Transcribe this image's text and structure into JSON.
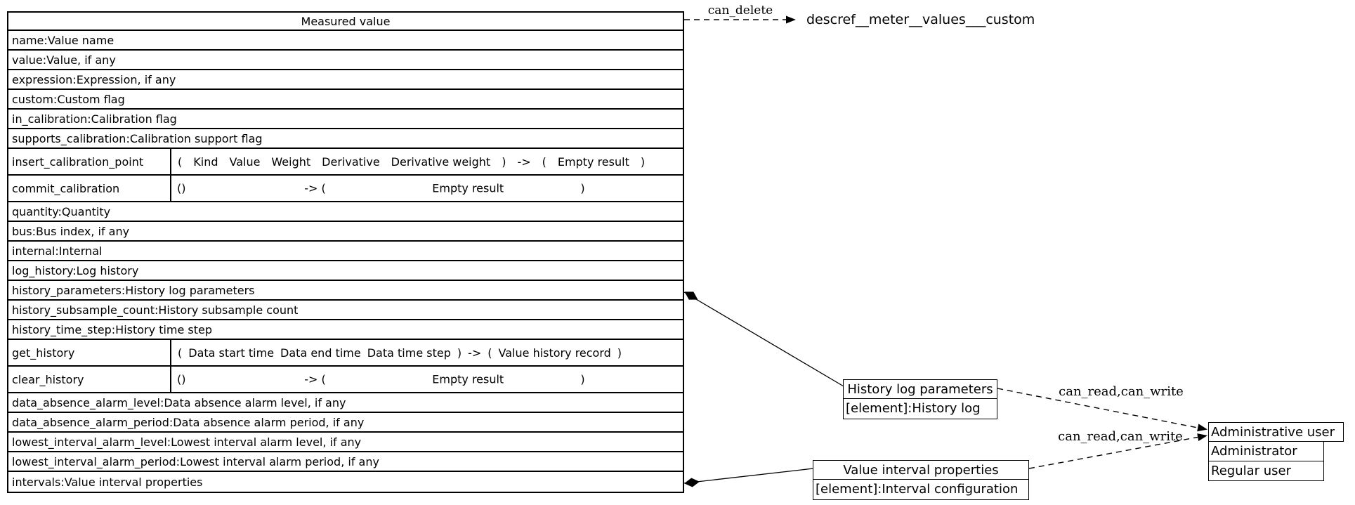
{
  "diagram": {
    "measured_value": {
      "title": "Measured value",
      "rows": [
        {
          "type": "field",
          "text": "name:Value name"
        },
        {
          "type": "field",
          "text": "value:Value, if any"
        },
        {
          "type": "field",
          "text": "expression:Expression, if any"
        },
        {
          "type": "field",
          "text": "custom:Custom flag"
        },
        {
          "type": "field",
          "text": "in_calibration:Calibration flag"
        },
        {
          "type": "field",
          "text": "supports_calibration:Calibration support flag"
        },
        {
          "type": "method",
          "name": "insert_calibration_point",
          "layout": "tokens",
          "gap": 16,
          "tokens": [
            "(",
            "Kind",
            "Value",
            "Weight",
            "Derivative",
            "Derivative weight",
            ")",
            "->",
            "(",
            "Empty result",
            ")"
          ]
        },
        {
          "type": "method",
          "name": "commit_calibration",
          "layout": "spread",
          "tokens": [
            "()",
            "-> (",
            "Empty result",
            ")"
          ]
        },
        {
          "type": "field",
          "text": "quantity:Quantity"
        },
        {
          "type": "field",
          "text": "bus:Bus index, if any"
        },
        {
          "type": "field",
          "text": "internal:Internal"
        },
        {
          "type": "field",
          "text": "log_history:Log history"
        },
        {
          "type": "field",
          "text": "history_parameters:History log parameters"
        },
        {
          "type": "field",
          "text": "history_subsample_count:History subsample count"
        },
        {
          "type": "field",
          "text": "history_time_step:History time step"
        },
        {
          "type": "method",
          "name": "get_history",
          "layout": "tokens",
          "gap": 9,
          "tokens": [
            "(",
            "Data start time",
            "Data end time",
            "Data time step",
            ")",
            "->",
            "(",
            "Value history record",
            ")"
          ]
        },
        {
          "type": "method",
          "name": "clear_history",
          "layout": "spread",
          "tokens": [
            "()",
            "-> (",
            "Empty result",
            ")"
          ]
        },
        {
          "type": "field",
          "text": "data_absence_alarm_level:Data absence alarm level, if any"
        },
        {
          "type": "field",
          "text": "data_absence_alarm_period:Data absence alarm period, if any"
        },
        {
          "type": "field",
          "text": "lowest_interval_alarm_level:Lowest interval alarm level, if any"
        },
        {
          "type": "field",
          "text": "lowest_interval_alarm_period:Lowest interval alarm period, if any"
        },
        {
          "type": "field",
          "text": "intervals:Value interval properties"
        }
      ]
    },
    "history_node": {
      "title": "History log parameters",
      "element_row": "[element]:History log"
    },
    "interval_node": {
      "title": "Value interval properties",
      "element_row": "[element]:Interval configuration"
    },
    "admin_node": {
      "title": "Administrative user",
      "rows": [
        "Administrator",
        "Regular user"
      ]
    },
    "external_ref": "descref__meter__values___custom",
    "edges": [
      {
        "label": "can_delete",
        "style": "dashed"
      },
      {
        "label": "can_read,can_write",
        "style": "dashed"
      },
      {
        "label": "can_read,can_write",
        "style": "dashed"
      }
    ],
    "colors": {
      "line": "#000000",
      "background": "#ffffff",
      "text": "#000000"
    }
  }
}
